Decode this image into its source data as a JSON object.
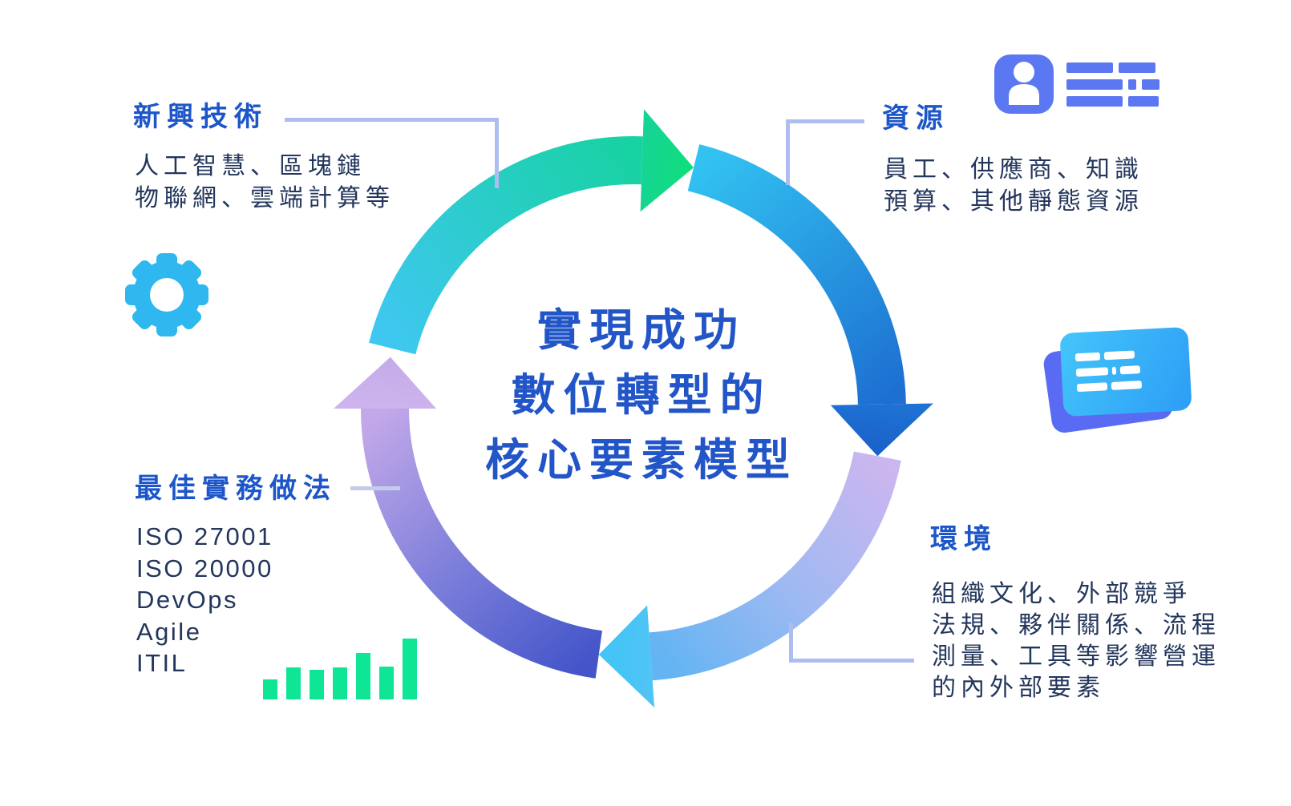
{
  "center": {
    "lines": [
      "實現成功",
      "數位轉型的",
      "核心要素模型"
    ]
  },
  "sections": {
    "tech": {
      "title": "新興技術",
      "lines": [
        "人工智慧、區塊鏈",
        "物聯網、雲端計算等"
      ]
    },
    "resources": {
      "title": "資源",
      "lines": [
        "員工、供應商、知識",
        "預算、其他靜態資源"
      ]
    },
    "practices": {
      "title": "最佳實務做法",
      "items": [
        "ISO 27001",
        "ISO 20000",
        "DevOps",
        "Agile",
        "ITIL"
      ]
    },
    "environment": {
      "title": "環境",
      "lines": [
        "組織文化、外部競爭",
        "法規、夥伴關係、流程",
        "測量、工具等影響營運",
        "的內外部要素"
      ]
    }
  },
  "icons": {
    "gear": {
      "name": "gear-icon",
      "color": "#2eb8ef"
    },
    "id_card": {
      "name": "id-card-icon",
      "color": "#5b78f2"
    },
    "documents": {
      "name": "documents-icon",
      "front_color": "#38aff8",
      "back_color": "#5a6bf3"
    },
    "bar_chart": {
      "name": "bar-chart-icon",
      "color": "#0ee695",
      "heights": [
        25,
        40,
        37,
        40,
        58,
        41,
        76
      ]
    }
  },
  "colors": {
    "title_blue": "#1d56c9",
    "body_text": "#23365c",
    "center_text": "#2255c8",
    "connector": "#aebdf0",
    "ring_green": "#0fdf7b",
    "ring_cyan": "#3fc7f1",
    "ring_blue": "#1d6fd1",
    "ring_lavender": "#ccb6ef",
    "ring_indigo": "#4355c9"
  }
}
